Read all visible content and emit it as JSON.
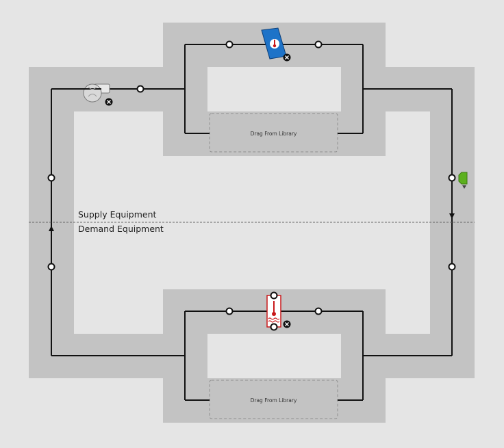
{
  "diagram": {
    "supply_label": "Supply Equipment",
    "demand_label": "Demand Equipment",
    "supply_drop_zone": "Drag From Library",
    "demand_drop_zone": "Drag From Library"
  },
  "colors": {
    "background": "#e5e5e5",
    "loop_band": "#c3c3c3",
    "pipe": "#111111",
    "drop_zone_border": "#8f8f8f",
    "boiler_blue": "#1e73c8",
    "coil_red": "#c8181a",
    "setpoint_green": "#5cb01e"
  },
  "components": [
    {
      "name": "pump",
      "icon": "pump-icon"
    },
    {
      "name": "boiler",
      "icon": "boiler-icon"
    },
    {
      "name": "heating-coil",
      "icon": "coil-icon"
    },
    {
      "name": "setpoint-manager",
      "icon": "setpoint-manager-icon"
    }
  ]
}
